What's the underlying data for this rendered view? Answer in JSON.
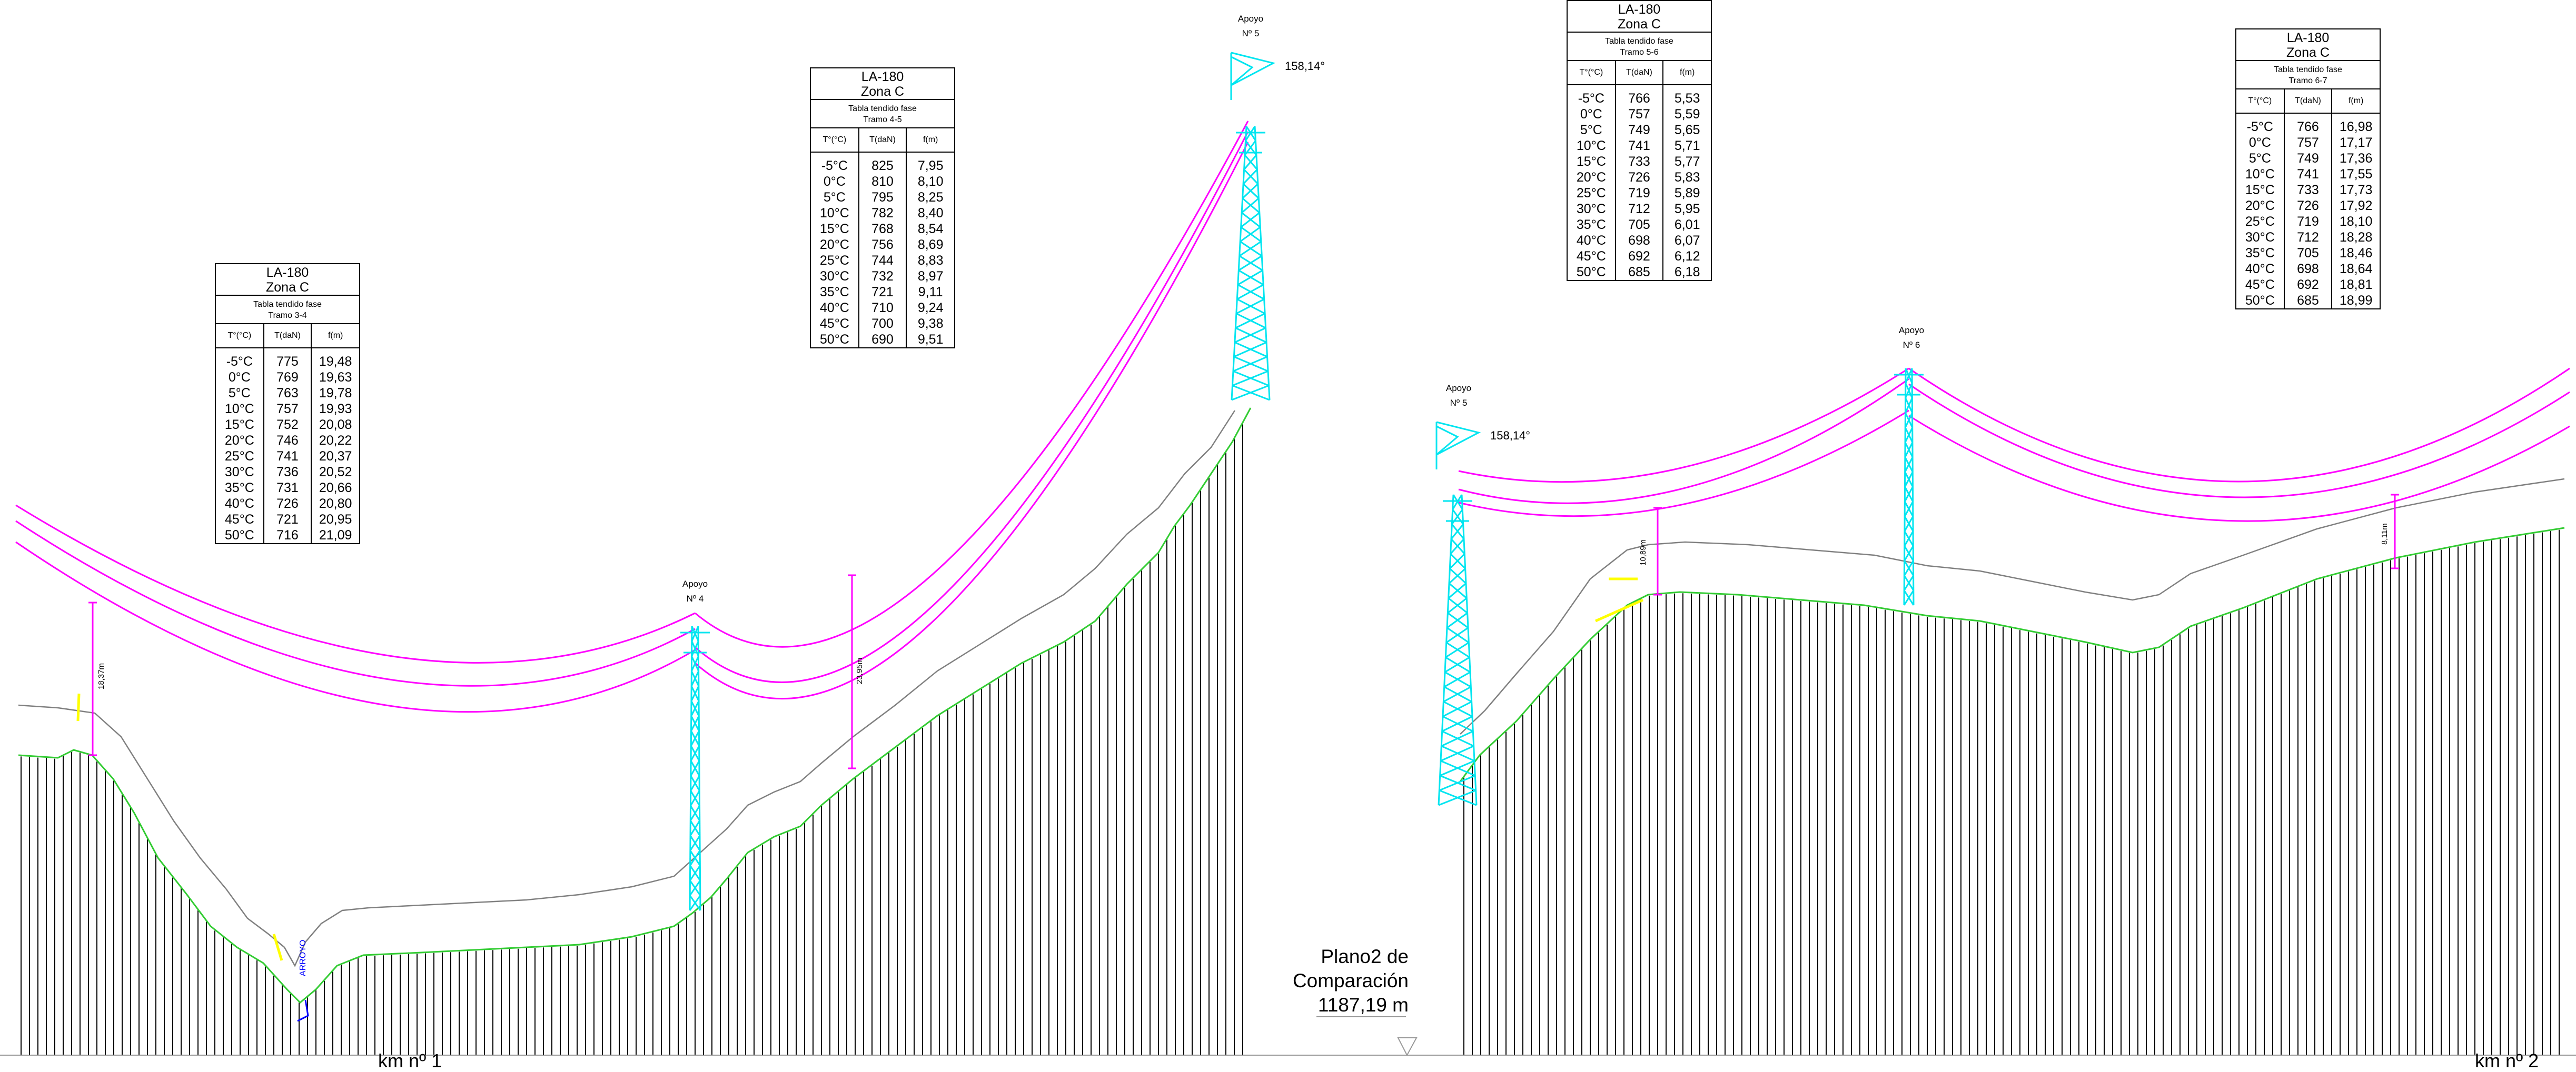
{
  "tables": [
    {
      "id": "t34",
      "conductor": "LA-180",
      "zone": "Zona C",
      "caption": "Tabla tendido fase",
      "tramo": "Tramo 3-4",
      "columns": [
        "T°(°C)",
        "T(daN)",
        "f(m)"
      ],
      "rows": [
        [
          "-5°C",
          "775",
          "19,48"
        ],
        [
          "0°C",
          "769",
          "19,63"
        ],
        [
          "5°C",
          "763",
          "19,78"
        ],
        [
          "10°C",
          "757",
          "19,93"
        ],
        [
          "15°C",
          "752",
          "20,08"
        ],
        [
          "20°C",
          "746",
          "20,22"
        ],
        [
          "25°C",
          "741",
          "20,37"
        ],
        [
          "30°C",
          "736",
          "20,52"
        ],
        [
          "35°C",
          "731",
          "20,66"
        ],
        [
          "40°C",
          "726",
          "20,80"
        ],
        [
          "45°C",
          "721",
          "20,95"
        ],
        [
          "50°C",
          "716",
          "21,09"
        ]
      ]
    },
    {
      "id": "t45",
      "conductor": "LA-180",
      "zone": "Zona C",
      "caption": "Tabla tendido fase",
      "tramo": "Tramo 4-5",
      "columns": [
        "T°(°C)",
        "T(daN)",
        "f(m)"
      ],
      "rows": [
        [
          "-5°C",
          "825",
          "7,95"
        ],
        [
          "0°C",
          "810",
          "8,10"
        ],
        [
          "5°C",
          "795",
          "8,25"
        ],
        [
          "10°C",
          "782",
          "8,40"
        ],
        [
          "15°C",
          "768",
          "8,54"
        ],
        [
          "20°C",
          "756",
          "8,69"
        ],
        [
          "25°C",
          "744",
          "8,83"
        ],
        [
          "30°C",
          "732",
          "8,97"
        ],
        [
          "35°C",
          "721",
          "9,11"
        ],
        [
          "40°C",
          "710",
          "9,24"
        ],
        [
          "45°C",
          "700",
          "9,38"
        ],
        [
          "50°C",
          "690",
          "9,51"
        ]
      ]
    },
    {
      "id": "t56",
      "conductor": "LA-180",
      "zone": "Zona C",
      "caption": "Tabla tendido fase",
      "tramo": "Tramo 5-6",
      "columns": [
        "T°(°C)",
        "T(daN)",
        "f(m)"
      ],
      "rows": [
        [
          "-5°C",
          "766",
          "5,53"
        ],
        [
          "0°C",
          "757",
          "5,59"
        ],
        [
          "5°C",
          "749",
          "5,65"
        ],
        [
          "10°C",
          "741",
          "5,71"
        ],
        [
          "15°C",
          "733",
          "5,77"
        ],
        [
          "20°C",
          "726",
          "5,83"
        ],
        [
          "25°C",
          "719",
          "5,89"
        ],
        [
          "30°C",
          "712",
          "5,95"
        ],
        [
          "35°C",
          "705",
          "6,01"
        ],
        [
          "40°C",
          "698",
          "6,07"
        ],
        [
          "45°C",
          "692",
          "6,12"
        ],
        [
          "50°C",
          "685",
          "6,18"
        ]
      ]
    },
    {
      "id": "t67",
      "conductor": "LA-180",
      "zone": "Zona C",
      "caption": "Tabla tendido fase",
      "tramo": "Tramo 6-7",
      "columns": [
        "T°(°C)",
        "T(daN)",
        "f(m)"
      ],
      "rows": [
        [
          "-5°C",
          "766",
          "16,98"
        ],
        [
          "0°C",
          "757",
          "17,17"
        ],
        [
          "5°C",
          "749",
          "17,36"
        ],
        [
          "10°C",
          "741",
          "17,55"
        ],
        [
          "15°C",
          "733",
          "17,73"
        ],
        [
          "20°C",
          "726",
          "17,92"
        ],
        [
          "25°C",
          "719",
          "18,10"
        ],
        [
          "30°C",
          "712",
          "18,28"
        ],
        [
          "35°C",
          "705",
          "18,46"
        ],
        [
          "40°C",
          "698",
          "18,64"
        ],
        [
          "45°C",
          "692",
          "18,81"
        ],
        [
          "50°C",
          "685",
          "18,99"
        ]
      ]
    }
  ],
  "supports": [
    {
      "id": "s4",
      "title": "Apoyo",
      "number": "Nº 4"
    },
    {
      "id": "s5a",
      "title": "Apoyo",
      "number": "Nº 5",
      "angle": "158,14°"
    },
    {
      "id": "s5b",
      "title": "Apoyo",
      "number": "Nº 5",
      "angle": "158,14°"
    },
    {
      "id": "s6",
      "title": "Apoyo",
      "number": "Nº 6"
    }
  ],
  "clearances": [
    "18,37m",
    "23,95m",
    "10,89m",
    "8,11m"
  ],
  "crossing": "ARROYO",
  "reference_plane": {
    "line1": "Plano2 de",
    "line2": "Comparación",
    "elevation": "1187,19 m"
  },
  "km_markers": [
    "km nº 1",
    "km nº 2"
  ],
  "colors": {
    "conductor": "#ff00ff",
    "tower": "#00e5f0",
    "terrain": "#000000",
    "ground_line": "#33cc33",
    "safety_line": "#808080",
    "annotation": "#ffff00",
    "stream": "#0000ff"
  }
}
